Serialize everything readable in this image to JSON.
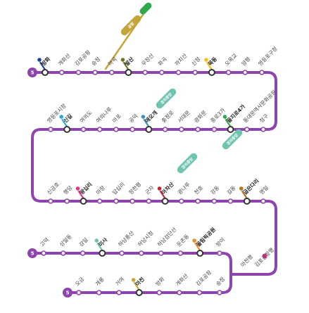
{
  "line": {
    "number": "5",
    "color": "#8e44ad"
  },
  "colors": {
    "line5": "#8e44ad",
    "line1": "#1f3f9a",
    "line2": "#2fa94a",
    "line3": "#f08a24",
    "line4": "#2aa8de",
    "line6": "#b5761c",
    "line7": "#6d7a18",
    "line8": "#e8318a",
    "line9": "#c4a53a",
    "airport": "#3b8fc4",
    "gyeongui": "#6ec3b1",
    "bundang": "#f3c318",
    "shinbundang": "#c1272d",
    "transfer": "#333333"
  },
  "branches": [
    {
      "label": "김포공항행"
    },
    {
      "label": "마천행"
    }
  ],
  "stations": [
    {
      "name": "방화"
    },
    {
      "name": "개화산"
    },
    {
      "name": "김포공항"
    },
    {
      "name": "송정"
    },
    {
      "name": "마곡"
    },
    {
      "name": "발산"
    },
    {
      "name": "우장산"
    },
    {
      "name": "화곡"
    },
    {
      "name": "까치산"
    },
    {
      "name": "신정"
    },
    {
      "name": "목동"
    },
    {
      "name": "오목교"
    },
    {
      "name": "양평"
    },
    {
      "name": "영등포구청"
    },
    {
      "name": "영등포시장"
    },
    {
      "name": "신길"
    },
    {
      "name": "여의도"
    },
    {
      "name": "여의나루"
    },
    {
      "name": "마포"
    },
    {
      "name": "공덕"
    },
    {
      "name": "애오개"
    },
    {
      "name": "충정로"
    },
    {
      "name": "서대문"
    },
    {
      "name": "광화문"
    },
    {
      "name": "종로3가"
    },
    {
      "name": "을지로4가"
    },
    {
      "name": "동대문역사문화공원"
    },
    {
      "name": "청구"
    },
    {
      "name": "신금호"
    },
    {
      "name": "행당"
    },
    {
      "name": "왕십리"
    },
    {
      "name": "마장"
    },
    {
      "name": "답십리"
    },
    {
      "name": "장한평"
    },
    {
      "name": "군자"
    },
    {
      "name": "아차산"
    },
    {
      "name": "광나루"
    },
    {
      "name": "천호"
    },
    {
      "name": "강동"
    },
    {
      "name": "길동"
    },
    {
      "name": "굽은다리"
    },
    {
      "name": "명일"
    },
    {
      "name": "고덕"
    },
    {
      "name": "상일동"
    },
    {
      "name": "강일"
    },
    {
      "name": "미사"
    },
    {
      "name": "하남풍산"
    },
    {
      "name": "하남시청"
    },
    {
      "name": "하남검단산"
    },
    {
      "name": "둔촌동"
    },
    {
      "name": "올림픽공원"
    },
    {
      "name": "방이"
    },
    {
      "name": "오금"
    },
    {
      "name": "개롱"
    },
    {
      "name": "거여"
    },
    {
      "name": "마천"
    }
  ],
  "transfer_badges": [
    {
      "text": "공항"
    },
    {
      "text": "경의중앙"
    },
    {
      "text": "경의중앙"
    },
    {
      "text": "경의중앙"
    }
  ]
}
